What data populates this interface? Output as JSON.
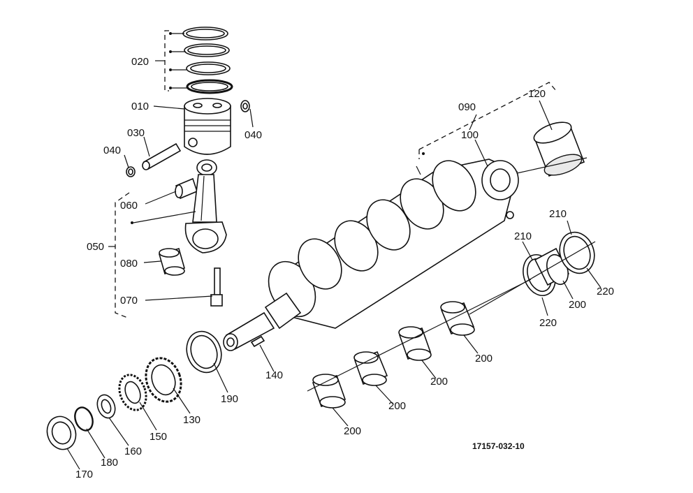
{
  "figure_id": "17157-032-10",
  "labels": {
    "l010": "010",
    "l020": "020",
    "l030": "030",
    "l040a": "040",
    "l040b": "040",
    "l050": "050",
    "l060": "060",
    "l070": "070",
    "l080": "080",
    "l090": "090",
    "l100": "100",
    "l120": "120",
    "l130": "130",
    "l140": "140",
    "l150": "150",
    "l160": "160",
    "l170": "170",
    "l180": "180",
    "l190": "190",
    "l200a": "200",
    "l200b": "200",
    "l200c": "200",
    "l200d": "200",
    "l200e": "200",
    "l210a": "210",
    "l210b": "210",
    "l220a": "220",
    "l220b": "220"
  }
}
